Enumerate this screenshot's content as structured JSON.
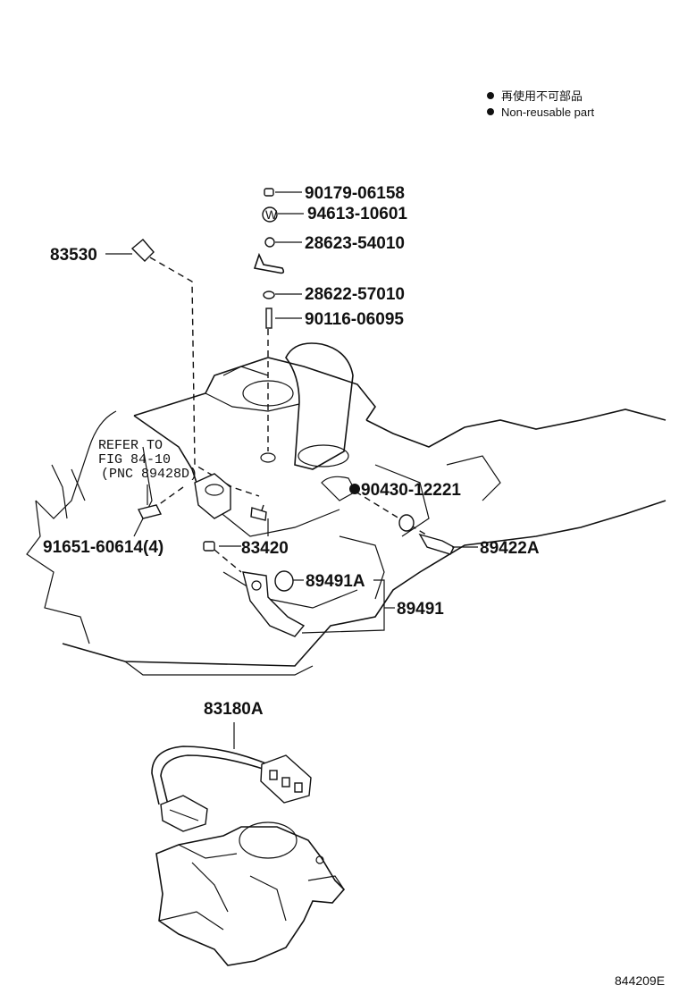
{
  "legend": {
    "non_reusable_jp": "再使用不可部品",
    "non_reusable_en": "Non-reusable part"
  },
  "parts": {
    "p90179": "90179-06158",
    "p94613": "94613-10601",
    "p28623": "28623-54010",
    "p28622": "28622-57010",
    "p90116": "90116-06095",
    "p83530": "83530",
    "p90430": "90430-12221",
    "p83420": "83420",
    "p89422A": "89422A",
    "p91651": "91651-60614(4)",
    "p89491A": "89491A",
    "p89491": "89491",
    "p83180A": "83180A"
  },
  "refer": {
    "line1": "REFER TO",
    "line2": "FIG  84-10",
    "line3": "(PNC  89428D)"
  },
  "washer_mark": "W",
  "figure_code": "844209E"
}
